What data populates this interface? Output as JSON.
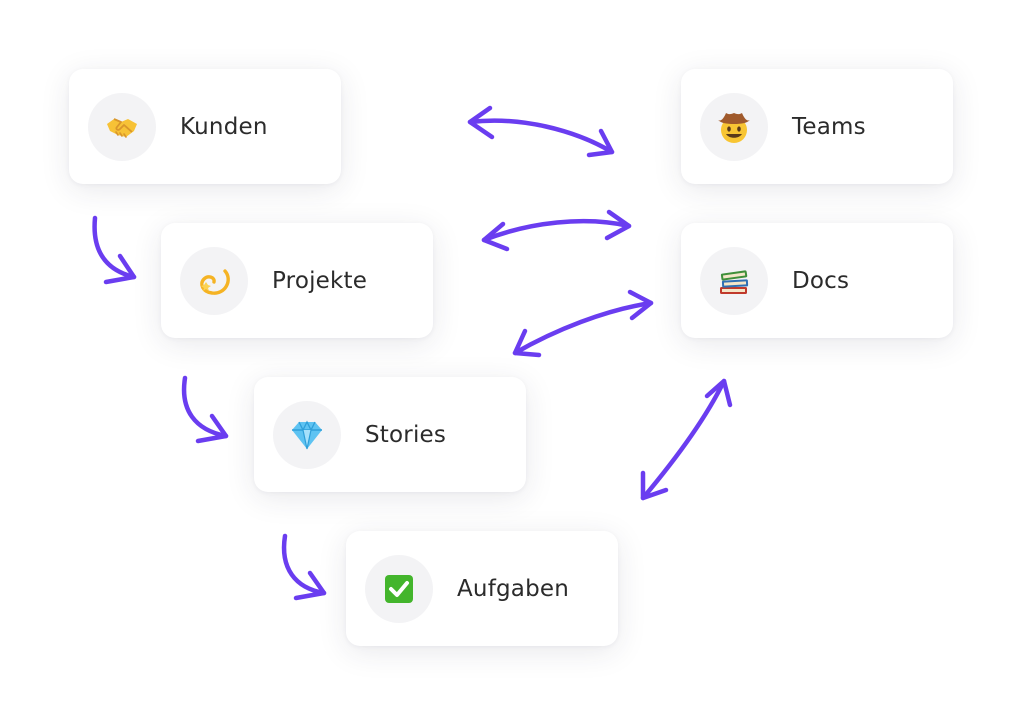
{
  "accent_color": "#6a3df0",
  "cards": {
    "kunden": {
      "label": "Kunden",
      "icon": "handshake-icon"
    },
    "projekte": {
      "label": "Projekte",
      "icon": "dizzy-icon"
    },
    "stories": {
      "label": "Stories",
      "icon": "gem-icon"
    },
    "aufgaben": {
      "label": "Aufgaben",
      "icon": "check-box-icon"
    },
    "teams": {
      "label": "Teams",
      "icon": "cowboy-face-icon"
    },
    "docs": {
      "label": "Docs",
      "icon": "books-icon"
    }
  },
  "connections": [
    {
      "from": "Kunden",
      "to": "Projekte",
      "kind": "one-way"
    },
    {
      "from": "Projekte",
      "to": "Stories",
      "kind": "one-way"
    },
    {
      "from": "Stories",
      "to": "Aufgaben",
      "kind": "one-way"
    },
    {
      "from": "Kunden",
      "to": "Teams",
      "kind": "two-way"
    },
    {
      "from": "Projekte",
      "to": "Docs",
      "kind": "two-way"
    },
    {
      "from": "Stories",
      "to": "Docs",
      "kind": "two-way"
    },
    {
      "from": "Aufgaben",
      "to": "Docs",
      "kind": "two-way"
    }
  ]
}
